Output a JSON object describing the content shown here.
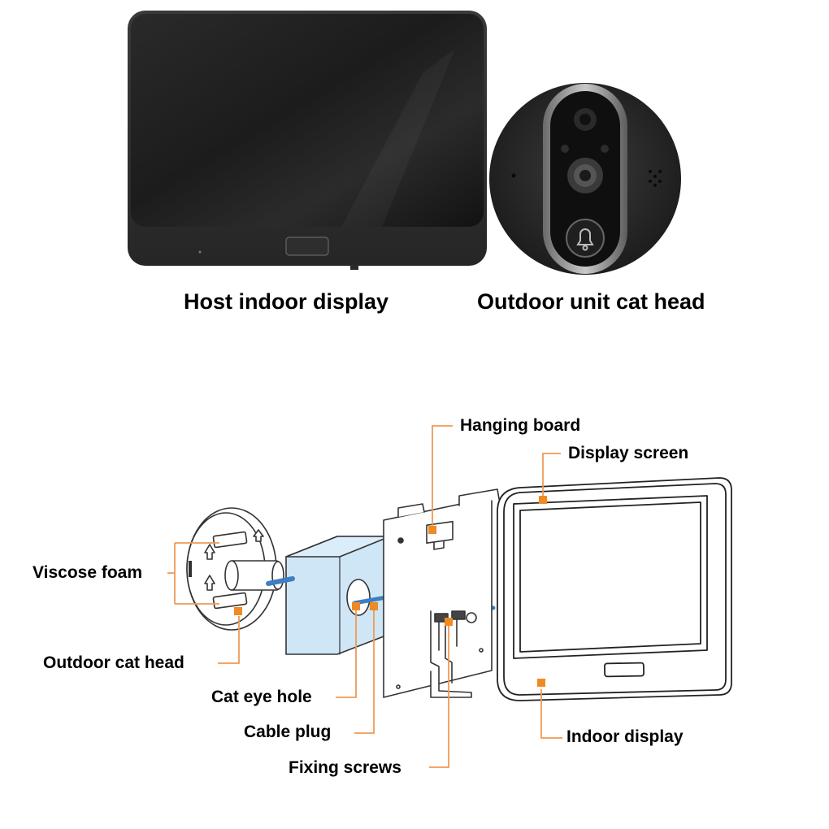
{
  "product_labels": {
    "host": "Host indoor display",
    "outdoor": "Outdoor unit cat head"
  },
  "callouts": {
    "hanging_board": "Hanging board",
    "display_screen": "Display screen",
    "viscose_foam": "Viscose foam",
    "outdoor_cat_head": "Outdoor cat head",
    "cat_eye_hole": "Cat eye hole",
    "cable_plug": "Cable plug",
    "fixing_screws": "Fixing screws",
    "indoor_display": "Indoor display"
  },
  "colors": {
    "callout_marker": "#f08a24",
    "leader_line": "#ef9a55",
    "door_panel": "#cfe6f7",
    "cable": "#3d7fc1"
  }
}
